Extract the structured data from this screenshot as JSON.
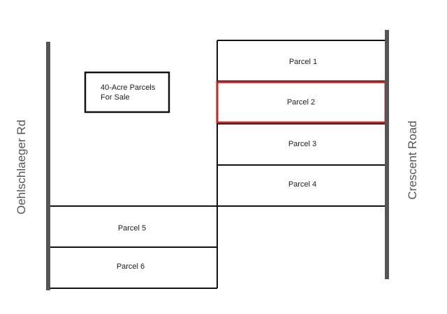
{
  "roads": {
    "left": "Oehlschlaeger Rd",
    "right": "Crescent Road"
  },
  "sale_sign": {
    "line1": "40-Acre Parcels",
    "line2": "For Sale"
  },
  "parcels": [
    {
      "label": "Parcel 1",
      "highlighted": false
    },
    {
      "label": "Parcel 2",
      "highlighted": true
    },
    {
      "label": "Parcel 3",
      "highlighted": false
    },
    {
      "label": "Parcel 4",
      "highlighted": false
    },
    {
      "label": "Parcel 5",
      "highlighted": false
    },
    {
      "label": "Parcel 6",
      "highlighted": false
    }
  ],
  "colors": {
    "road": "#555555",
    "parcel_border": "#111111",
    "highlight_border": "#cc2222"
  }
}
